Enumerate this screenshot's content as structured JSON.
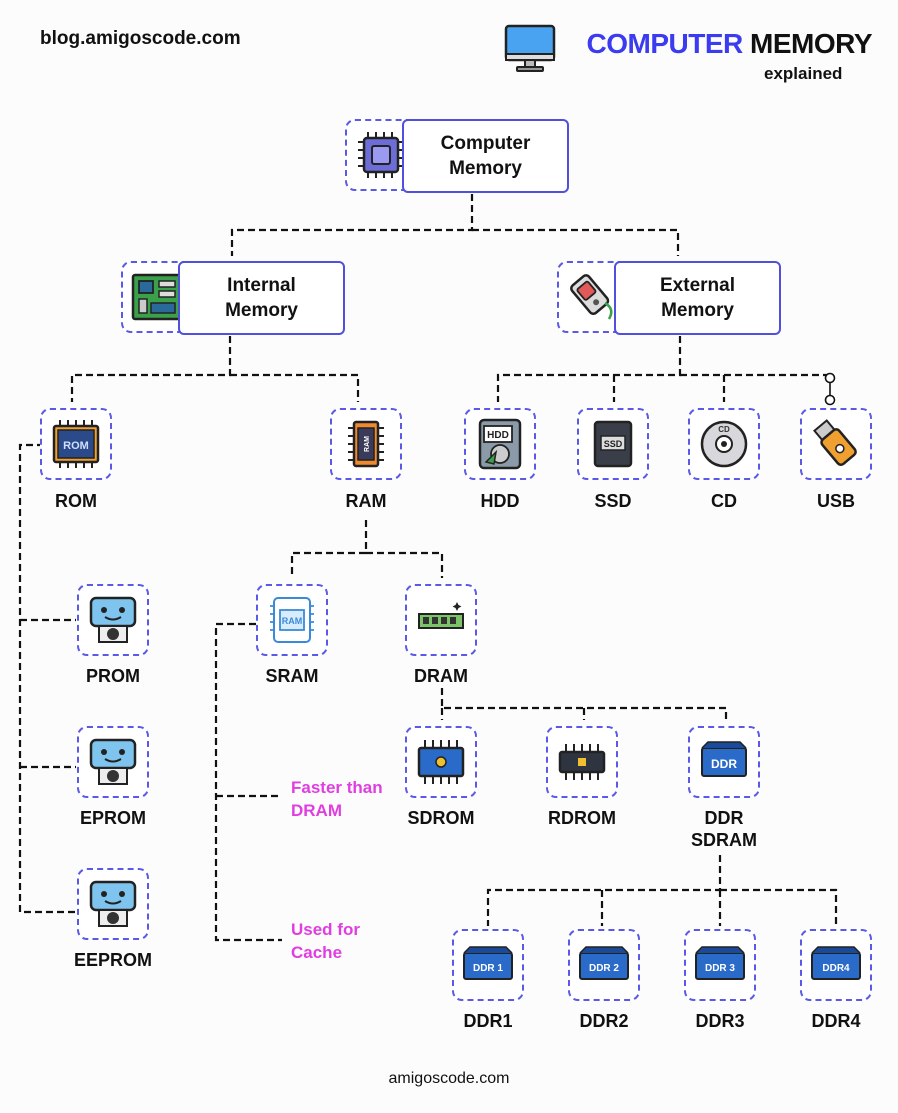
{
  "header": {
    "site": "blog.amigoscode.com",
    "title_accent": "COMPUTER",
    "title_rest": "MEMORY",
    "subtitle": "explained"
  },
  "nodes": {
    "computer_memory": [
      "Computer",
      "Memory"
    ],
    "internal_memory": [
      "Internal",
      "Memory"
    ],
    "external_memory": [
      "External",
      "Memory"
    ],
    "rom": "ROM",
    "ram": "RAM",
    "hdd": "HDD",
    "ssd": "SSD",
    "cd": "CD",
    "usb": "USB",
    "prom": "PROM",
    "eprom": "EPROM",
    "eeprom": "EEPROM",
    "sram": "SRAM",
    "dram": "DRAM",
    "sdrom": "SDROM",
    "rdrom": "RDROM",
    "ddr_sdram": [
      "DDR",
      "SDRAM"
    ],
    "ddr1": "DDR1",
    "ddr2": "DDR2",
    "ddr3": "DDR3",
    "ddr4": "DDR4"
  },
  "notes": {
    "faster": [
      "Faster than",
      "DRAM"
    ],
    "cache": [
      "Used for",
      "Cache"
    ]
  },
  "icon_text": {
    "rom_chip": "ROM",
    "ram_chip": "RAM",
    "sram_chip": "RAM",
    "hdd_label": "HDD",
    "ssd_label": "SSD",
    "cd_label": "CD",
    "ddr": "DDR",
    "ddr1": "DDR 1",
    "ddr2": "DDR 2",
    "ddr3": "DDR 3",
    "ddr4": "DDR4"
  },
  "footer": "amigoscode.com",
  "colors": {
    "accent": "#3b3bf0",
    "note": "#e03ee0",
    "box_border": "#5a5ae6"
  }
}
